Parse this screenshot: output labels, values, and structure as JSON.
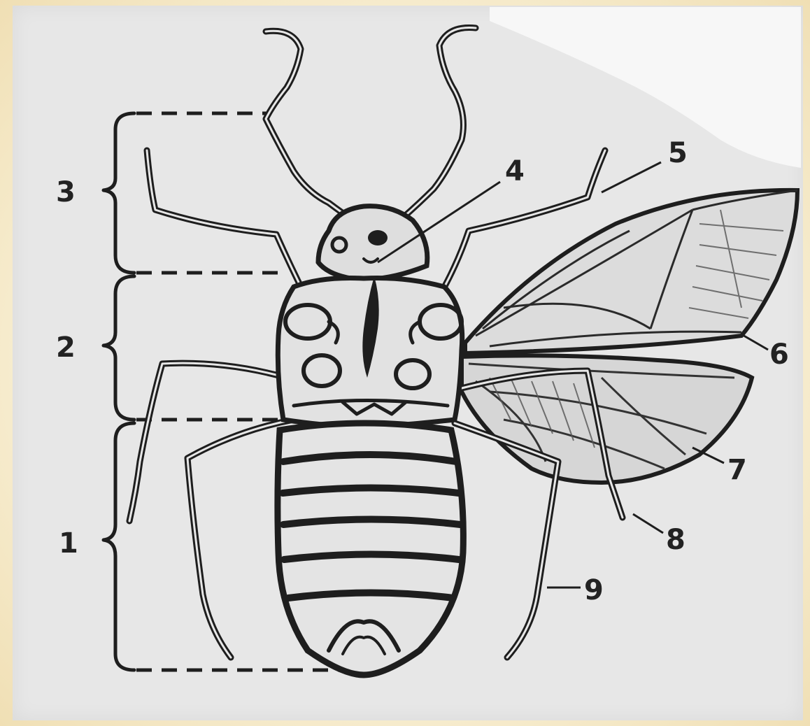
{
  "figure": {
    "labels": {
      "l1": "1",
      "l2": "2",
      "l3": "3",
      "l4": "4",
      "l5": "5",
      "l6": "6",
      "l7": "7",
      "l8": "8",
      "l9": "9"
    },
    "colors": {
      "ink": "#1e1e1e",
      "paper": "#e7e7e7",
      "border": "#f3e6c2"
    }
  }
}
